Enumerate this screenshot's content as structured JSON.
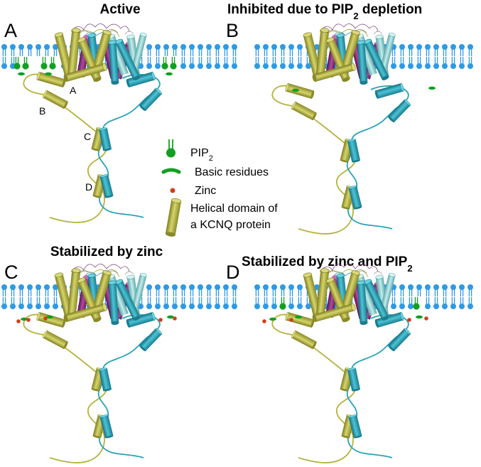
{
  "panels": [
    {
      "letter": "A",
      "title": "Active",
      "domain_labels": [
        "A",
        "B",
        "C",
        "D"
      ]
    },
    {
      "letter": "B",
      "title": "Inhibited due to PIP",
      "title_sub": "2",
      "title_suffix": " depletion"
    },
    {
      "letter": "C",
      "title": "Stabilized by zinc"
    },
    {
      "letter": "D",
      "title": "Stabilized by zinc and PIP",
      "title_sub": "2"
    }
  ],
  "legend": {
    "pip2": {
      "label": "PIP",
      "sub": "2"
    },
    "basic": {
      "label": "Basic residues"
    },
    "zinc": {
      "label": "Zinc"
    },
    "helix": {
      "line1": "Helical domain of",
      "line2": "a KCNQ protein"
    }
  },
  "colors": {
    "membrane": "#2e9ae6",
    "olive": "#b5b43c",
    "teal": "#27a3b8",
    "green": "#10a020",
    "zinc": "#d0401a",
    "purple": "#8a2a7a",
    "pale_cyan": "#8fd0d0"
  }
}
